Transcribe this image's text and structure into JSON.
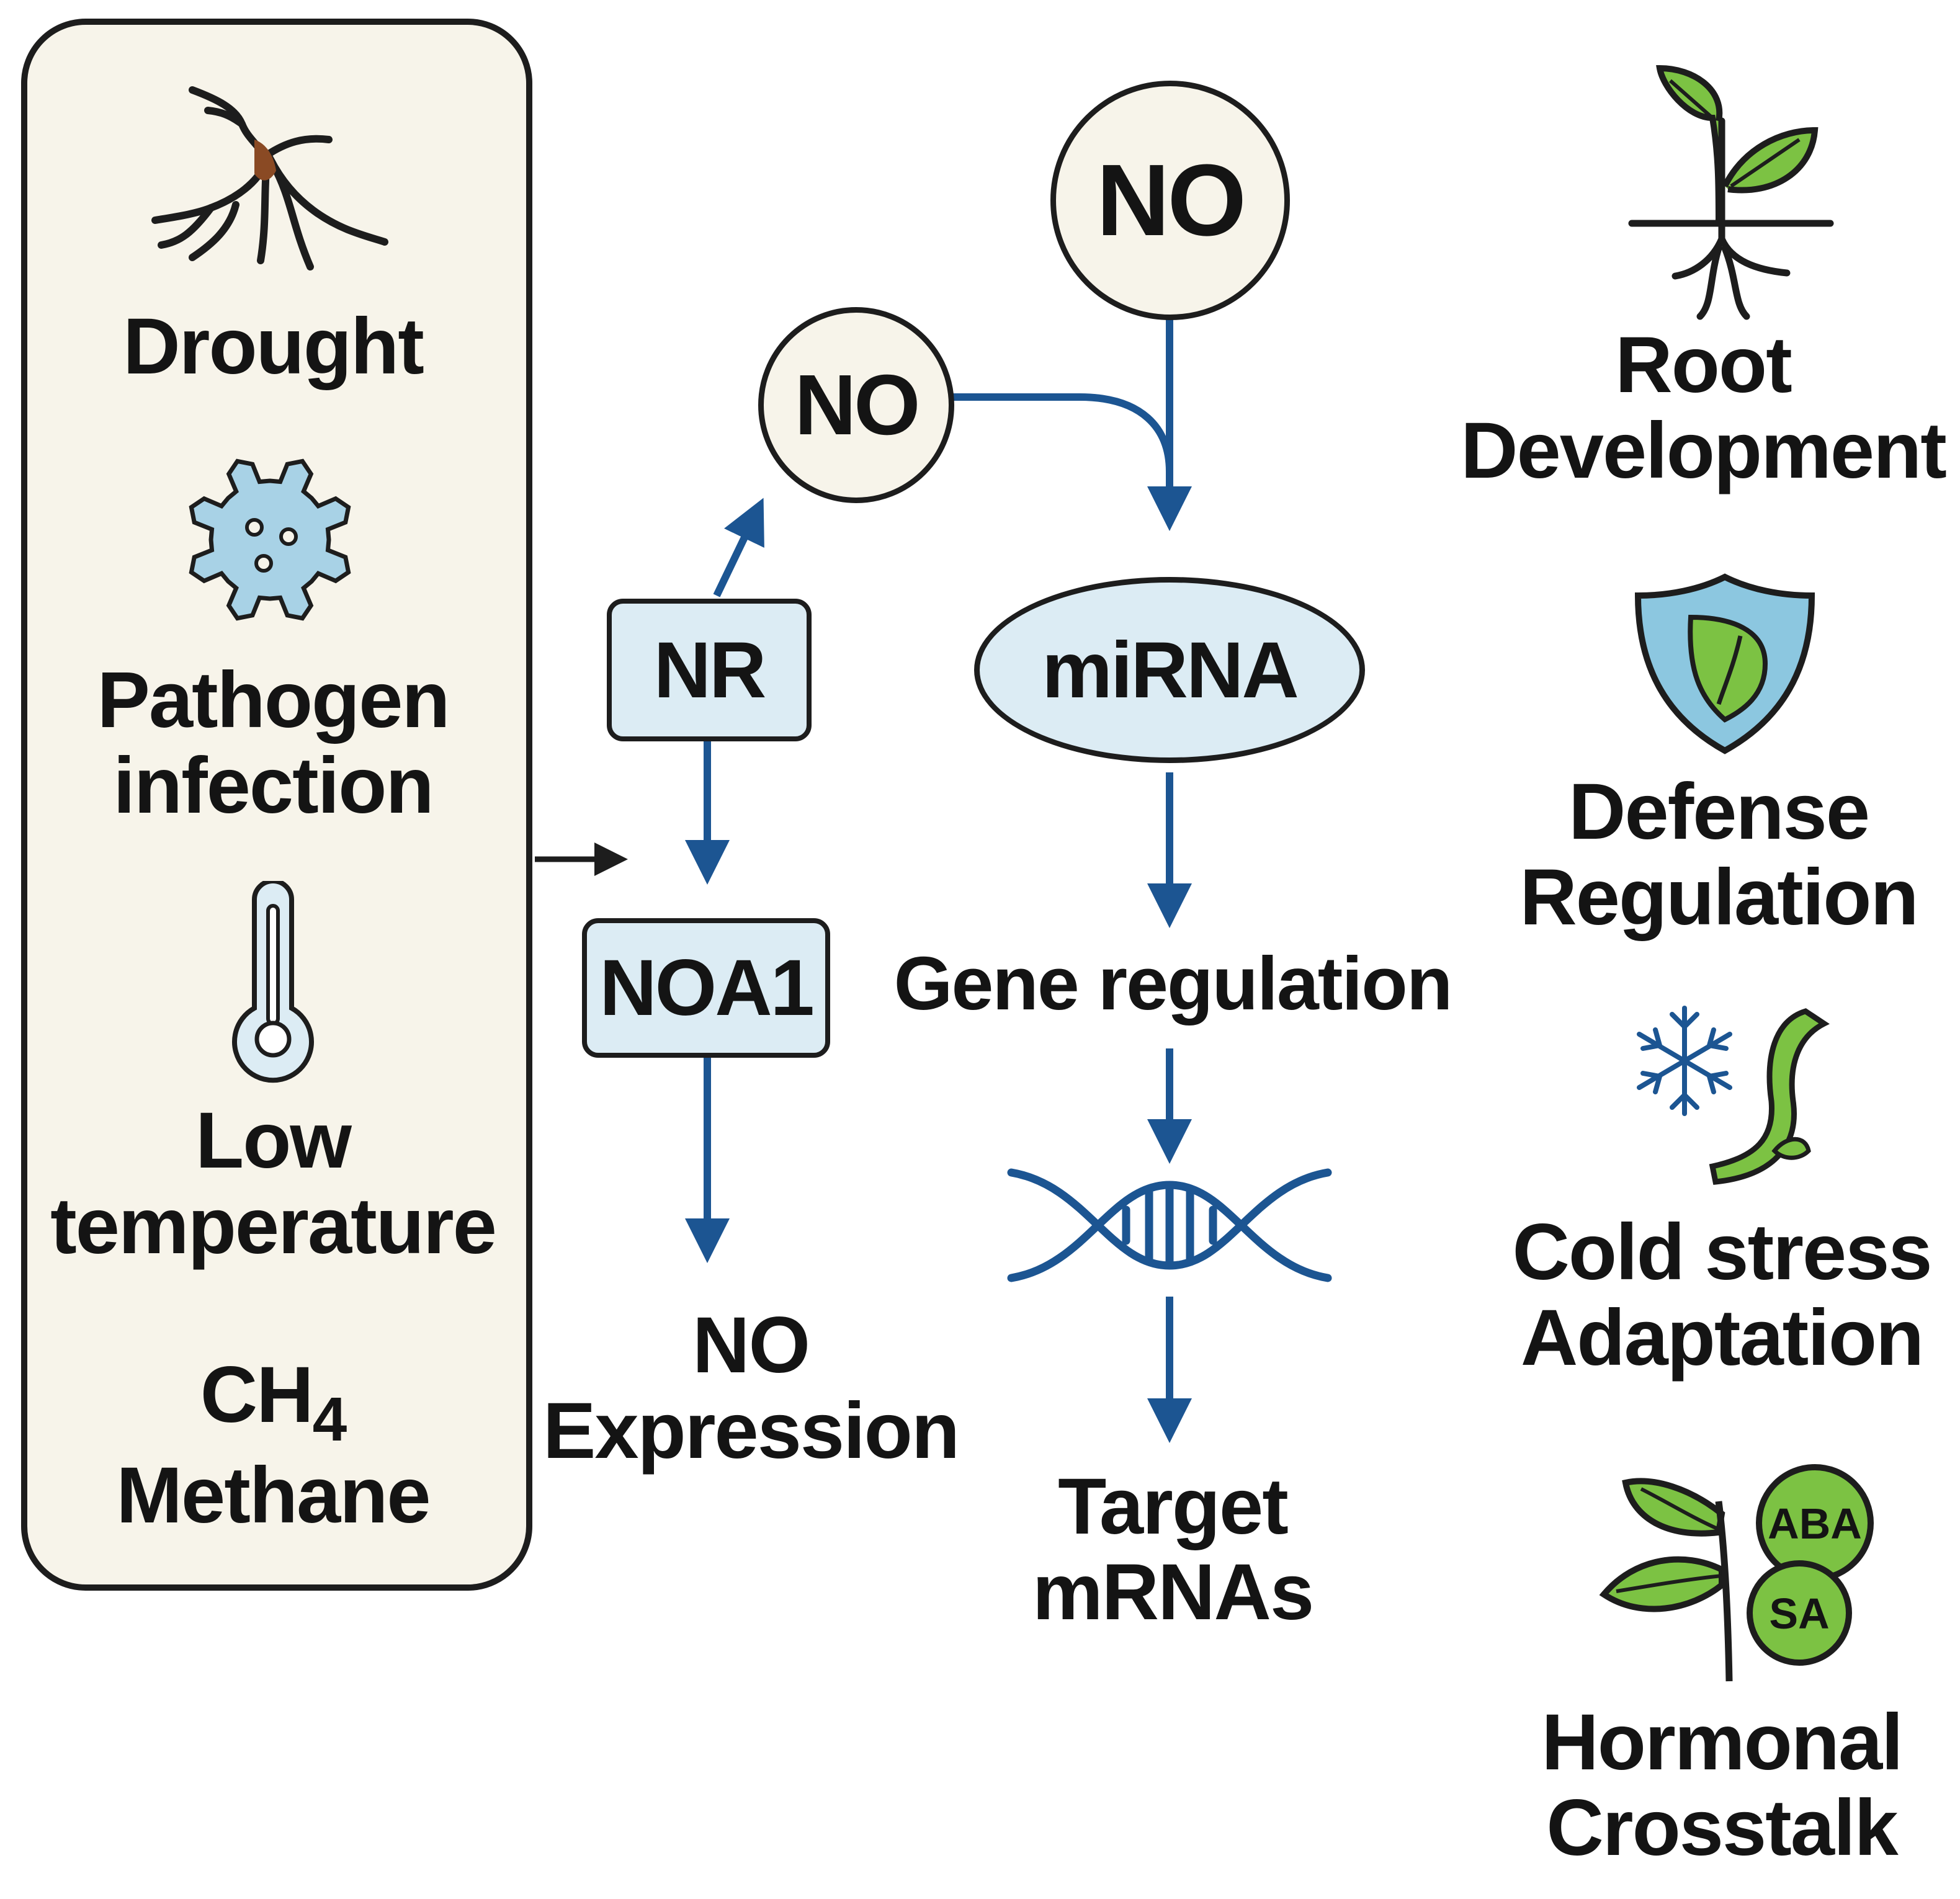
{
  "stress_panel": {
    "items": [
      {
        "lines": [
          "Drought"
        ],
        "icon": "root-icon"
      },
      {
        "lines": [
          "Pathogen",
          "infection"
        ],
        "icon": "virus-icon"
      },
      {
        "lines": [
          "Low",
          "temperature"
        ],
        "icon": "thermometer-icon"
      },
      {
        "formula": {
          "base": "CH",
          "sub": "4"
        },
        "lines": [
          "Methane"
        ]
      }
    ]
  },
  "pathway": {
    "nr_label": "NR",
    "noa1_label": "NOA1",
    "no_small_label": "NO",
    "no_top_label": "NO",
    "mirna_label": "miRNA",
    "no_expression_lines": [
      "NO",
      "Expression"
    ],
    "gene_regulation_label": "Gene regulation",
    "dna_icon": "dna-icon",
    "target_lines": [
      "Target",
      "mRNAs"
    ]
  },
  "outcomes": [
    {
      "lines": [
        "Root",
        "Development"
      ],
      "icon": "seedling-root-icon"
    },
    {
      "lines": [
        "Defense",
        "Regulation"
      ],
      "icon": "shield-leaf-icon"
    },
    {
      "lines": [
        "Cold stress",
        "Adaptation"
      ],
      "icon": "snowflake-sprout-icon"
    },
    {
      "lines": [
        "Hormonal",
        "Crosstalk"
      ],
      "icon": "plant-hormone-icon",
      "badges": [
        "ABA",
        "SA"
      ]
    }
  ],
  "colors": {
    "arrow": "#1c5592",
    "panel_fill": "#f7f4ea",
    "box_fill": "#dcecf4",
    "leaf_green": "#7cc243",
    "leaf_dark": "#2d6a1e",
    "shield_blue": "#8cc7e0"
  }
}
